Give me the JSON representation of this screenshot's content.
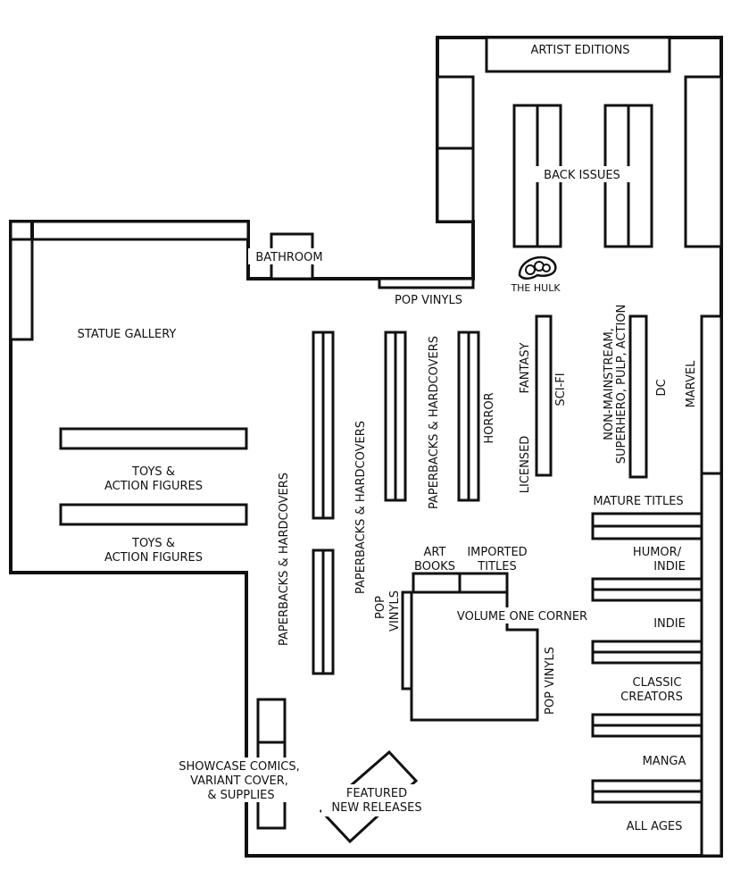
{
  "floor_plan": {
    "labels": {
      "artist_editions": "ARTIST EDITIONS",
      "back_issues": "BACK ISSUES",
      "bathroom": "BATHROOM",
      "the_hulk": "THE HULK",
      "pop_vinyls_top": "POP VINYLS",
      "statue_gallery": "STATUE GALLERY",
      "toys_action_1": [
        "TOYS &",
        "ACTION FIGURES"
      ],
      "toys_action_2": [
        "TOYS &",
        "ACTION FIGURES"
      ],
      "paperbacks_1": "PAPERBACKS & HARDCOVERS",
      "paperbacks_2": "PAPERBACKS & HARDCOVERS",
      "paperbacks_3": "PAPERBACKS & HARDCOVERS",
      "horror": "HORROR",
      "licensed": "LICENSED",
      "fantasy": "FANTASY",
      "sci_fi": "SCI-FI",
      "non_mainstream": [
        "NON-MAINSTREAM,",
        "SUPERHERO, PULP, ACTION"
      ],
      "dc": "DC",
      "marvel": "MARVEL",
      "mature_titles": "MATURE TITLES",
      "humor_indie": [
        "HUMOR/",
        "INDIE"
      ],
      "indie": "INDIE",
      "classic_creators": [
        "CLASSIC",
        "CREATORS"
      ],
      "manga": "MANGA",
      "all_ages": "ALL AGES",
      "art_books": [
        "ART",
        "BOOKS"
      ],
      "imported_titles": [
        "IMPORTED",
        "TITLES"
      ],
      "pop_vinyls_left": [
        "POP",
        "VINYLS"
      ],
      "volume_one_corner": "VOLUME ONE CORNER",
      "pop_vinyls_right": "POP VINYLS",
      "showcase": [
        "SHOWCASE COMICS,",
        "VARIANT COVER,",
        "& SUPPLIES"
      ],
      "featured": [
        "FEATURED",
        "NEW RELEASES"
      ]
    }
  }
}
